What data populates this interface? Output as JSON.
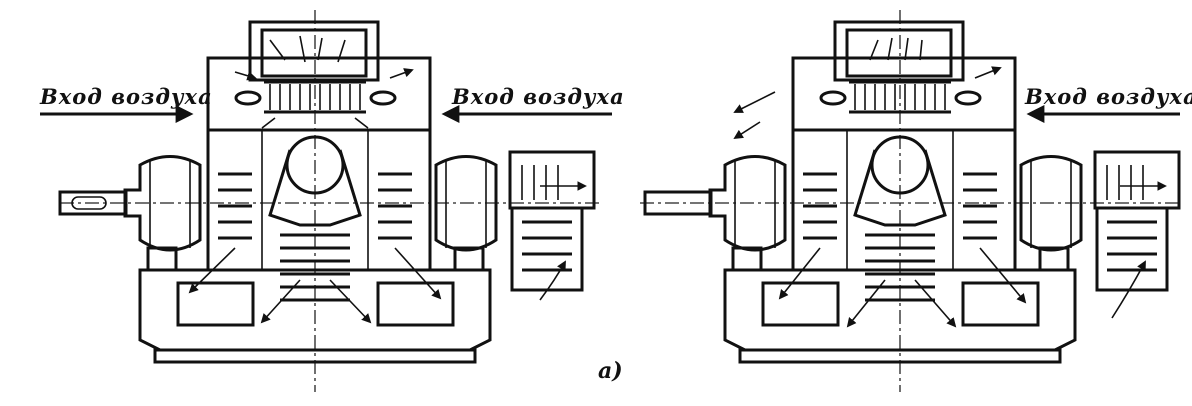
{
  "diagram": {
    "left_view": {
      "air_inlet_left": "Вход воздуха",
      "air_inlet_right": "Вход воздуха"
    },
    "right_view": {
      "air_inlet_right": "Вход воздуха"
    },
    "figure_label": "а)"
  }
}
